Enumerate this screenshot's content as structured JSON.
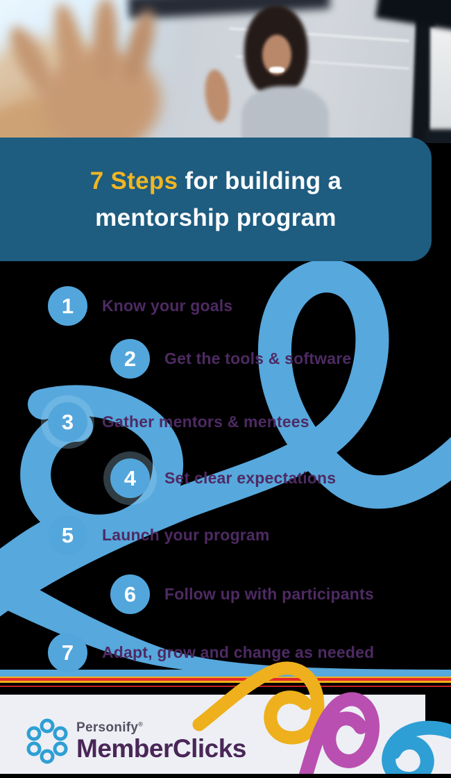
{
  "header": {
    "line1_highlight": "7 Steps",
    "line1_rest": " for building a",
    "line2": "mentorship program",
    "bg_color": "#1e5c80",
    "highlight_color": "#f0b622",
    "text_color": "#ffffff"
  },
  "steps": [
    {
      "num": "1",
      "label": "Know your goals"
    },
    {
      "num": "2",
      "label": "Get the tools & software"
    },
    {
      "num": "3",
      "label": "Gather mentors & mentees"
    },
    {
      "num": "4",
      "label": "Set clear expectations"
    },
    {
      "num": "5",
      "label": "Launch your program"
    },
    {
      "num": "6",
      "label": "Follow up with participants"
    },
    {
      "num": "7",
      "label": "Adapt, grow and change as needed"
    }
  ],
  "footer": {
    "brand_name": "Personify",
    "brand_reg": "®",
    "brand_product": "MemberClicks"
  },
  "colors": {
    "ribbon_blue": "#57a8dd",
    "badge_blue": "#53a6db",
    "step_text_purple": "#4e2a63",
    "stripe_yellow": "#f0b21d",
    "stripe_red": "#e42528",
    "footer_bg": "#edeff5",
    "swirl_yellow": "#eeb01c",
    "swirl_pink": "#b94fb0",
    "swirl_blue": "#2e9fd4",
    "logo_purple": "#4a2658"
  }
}
